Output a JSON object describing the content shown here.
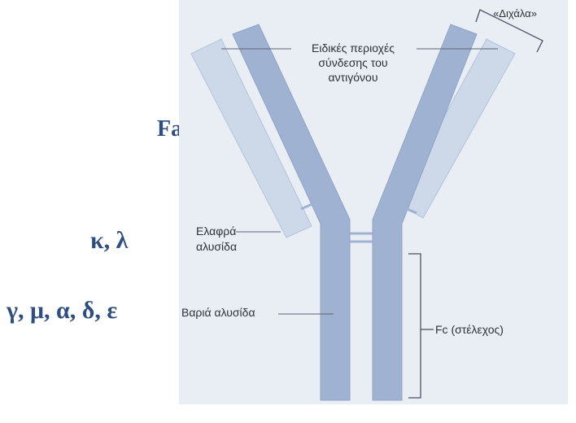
{
  "labels": {
    "fab": "Fab",
    "light_chain_types": "κ, λ",
    "heavy_chain_types": "γ, μ, α, δ, ε"
  },
  "diagram": {
    "binding_sites_line1": "Ειδικές περιοχές",
    "binding_sites_line2": "σύνδεσης του",
    "binding_sites_line3": "αντιγόνου",
    "arms": "«Διχάλα»",
    "light_chain_line1": "Ελαφρά",
    "light_chain_line2": "αλυσίδα",
    "heavy_chain": "Βαριά αλυσίδα",
    "fc_stem": "Fc (στέλεχος)"
  },
  "colors": {
    "panel_bg": "#e9eef5",
    "heavy_chain": "#9fb2d2",
    "light_chain": "#cdd8e8",
    "label_blue": "#2f4e80",
    "text_dark": "#2c3138"
  }
}
